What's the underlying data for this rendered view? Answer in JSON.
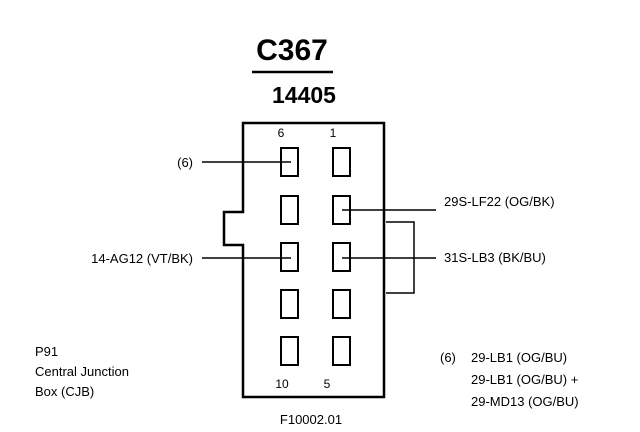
{
  "connector": {
    "id": "C367",
    "part_number": "14405"
  },
  "pins": {
    "top_left": "6",
    "top_right": "1",
    "bottom_left": "10",
    "bottom_right": "5"
  },
  "wires": {
    "pin6_label": "(6)",
    "left_wire": "14-AG12 (VT/BK)",
    "right_upper_wire": "29S-LF22 (OG/BK)",
    "right_lower_wire": "31S-LB3 (BK/BU)"
  },
  "location": {
    "line1": "P91",
    "line2": "Central Junction",
    "line3": "Box (CJB)"
  },
  "note": {
    "marker": "(6)",
    "line1": "29-LB1 (OG/BU)",
    "line2": "29-LB1 (OG/BU) +",
    "line3": "29-MD13 (OG/BU)"
  },
  "figure_id": "F10002.01"
}
